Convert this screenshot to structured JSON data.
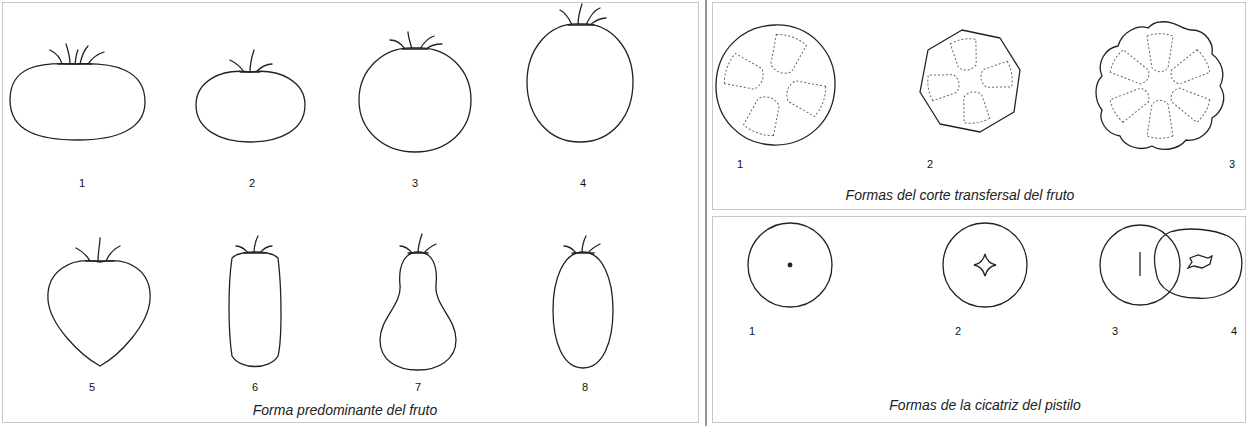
{
  "diagram": {
    "labels": [
      "1",
      "2",
      "3",
      "4",
      "5",
      "6",
      "7",
      "8",
      "Forma predominante del fruto",
      "1",
      "2",
      "3",
      "Formas del corte transfersal del fruto",
      "1",
      "2",
      "3",
      "4",
      "Formas de la cicatriz del pistilo"
    ]
  }
}
